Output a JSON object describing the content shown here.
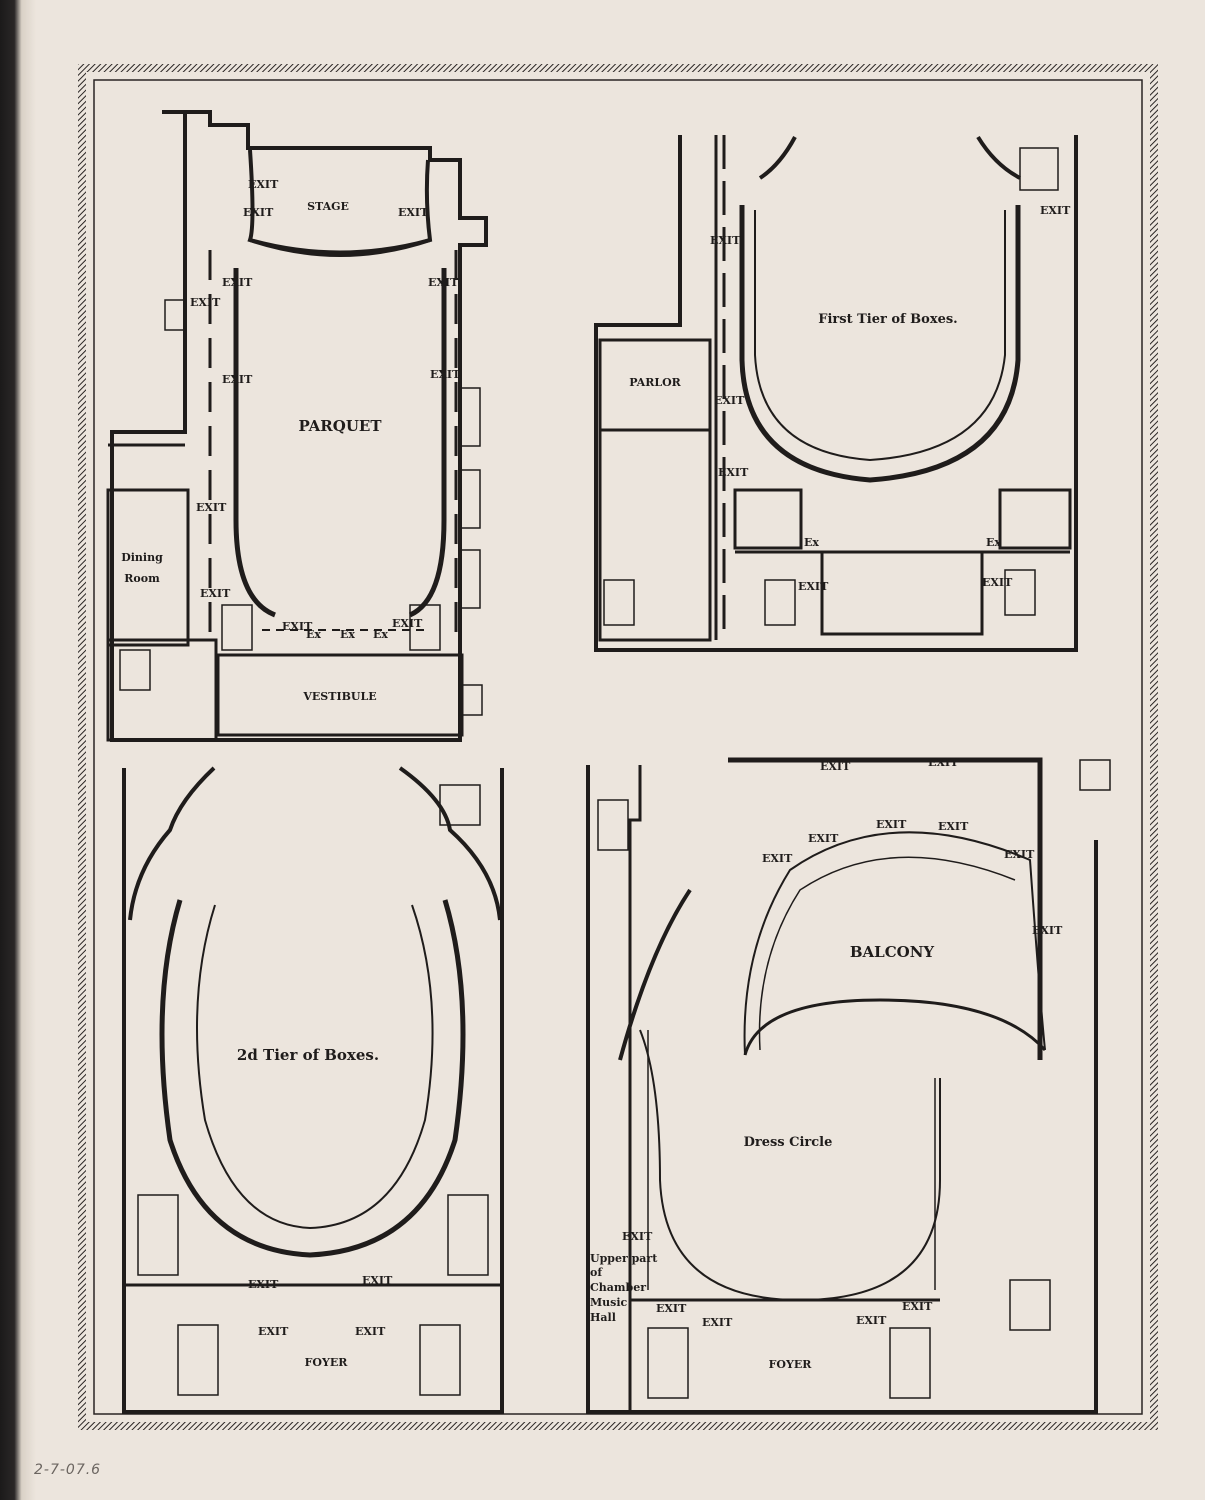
{
  "page": {
    "pencil_note": "2-7-07.6"
  },
  "plans": {
    "parquet": {
      "title": "PARQUET",
      "stage": "STAGE",
      "vestibule": "VESTIBULE",
      "dining_room": [
        "Dining",
        "Room"
      ],
      "exit": "EXIT",
      "ex": "Ex"
    },
    "first_tier": {
      "title": "First Tier of Boxes.",
      "parlor": "PARLOR",
      "exit": "EXIT",
      "ex": "Ex"
    },
    "second_tier": {
      "title": "2d Tier of Boxes.",
      "foyer": "FOYER",
      "exit": "EXIT"
    },
    "balcony": {
      "title": "BALCONY",
      "dress_circle": "Dress Circle",
      "foyer": "FOYER",
      "chamber_hall": [
        "Upper part",
        "of",
        "Chamber",
        "Music",
        "Hall"
      ],
      "exit": "EXIT"
    }
  },
  "colors": {
    "ink": "#1f1c1b",
    "paper": "#ece5dd",
    "background": "#1b1a1a"
  }
}
